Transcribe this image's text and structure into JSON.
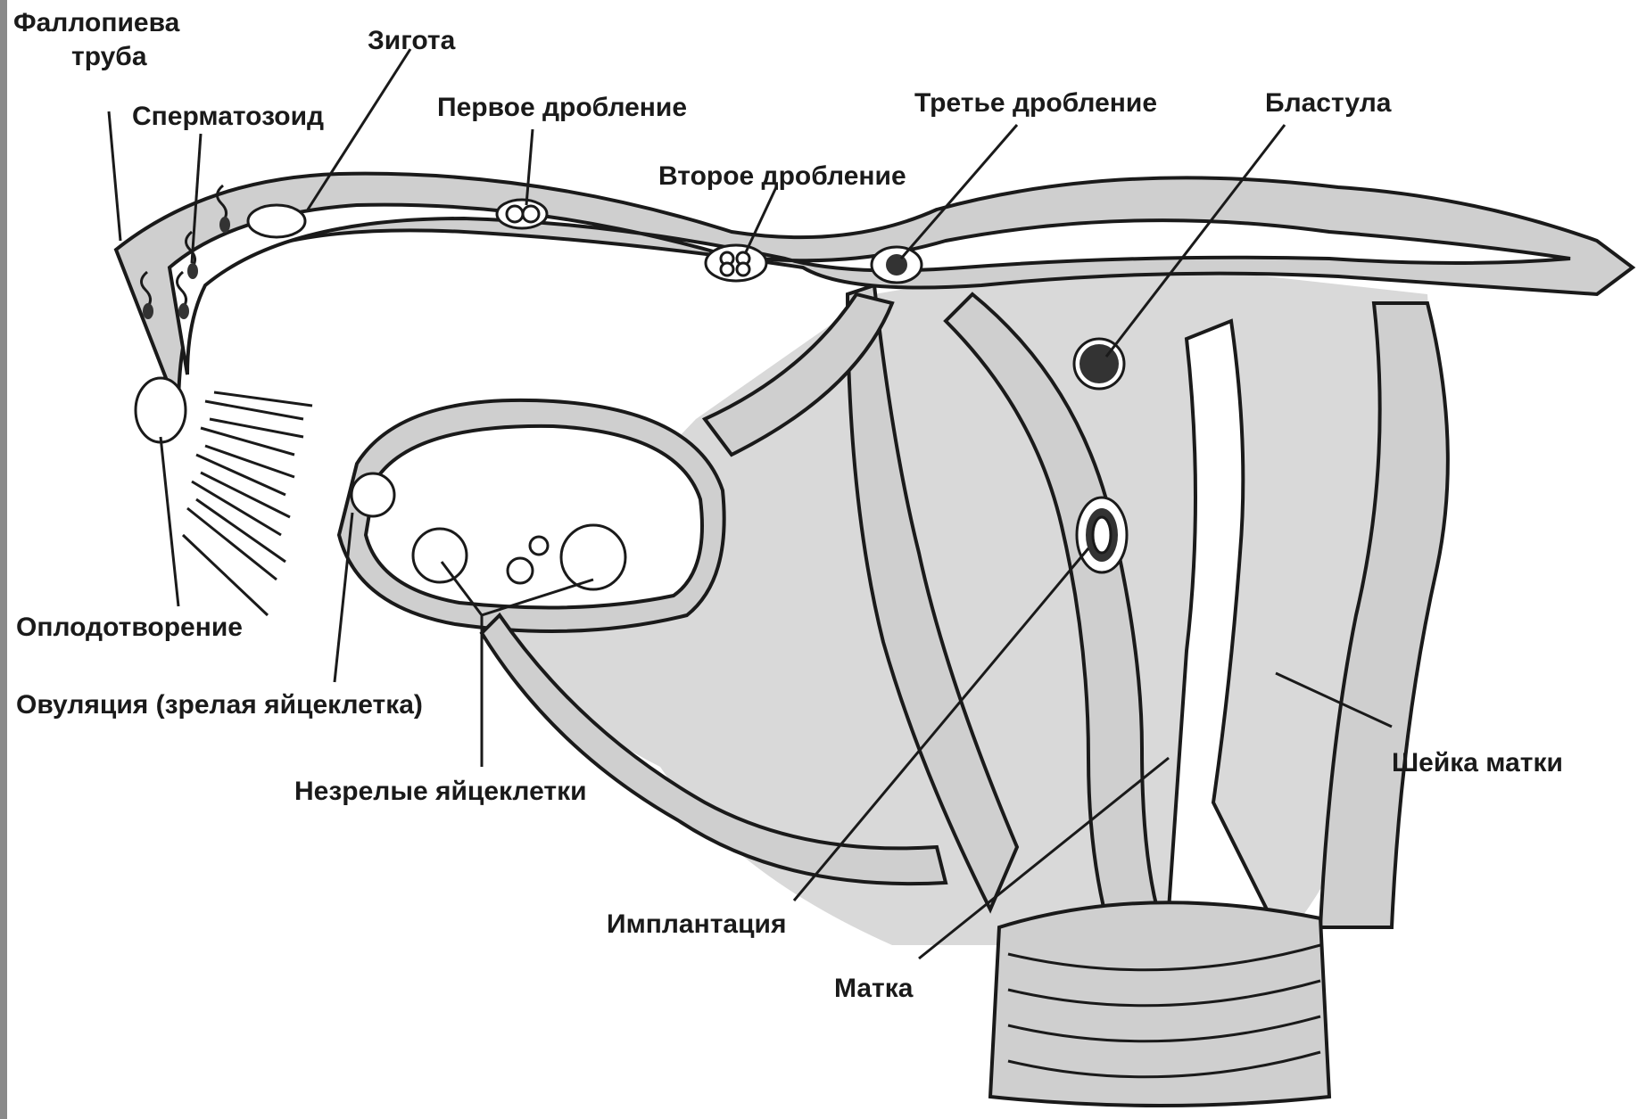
{
  "labels": {
    "fallopian_tube": "Фаллопиева\nтруба",
    "zygote": "Зигота",
    "sperm": "Сперматозоид",
    "first_cleavage": "Первое дробление",
    "second_cleavage": "Второе дробление",
    "third_cleavage": "Третье дробление",
    "blastula": "Бластула",
    "fertilization": "Оплодотворение",
    "ovulation": "Овуляция (зрелая яйцеклетка)",
    "immature_eggs": "Незрелые яйцеклетки",
    "cervix": "Шейка матки",
    "implantation": "Имплантация",
    "uterus": "Матка"
  },
  "colors": {
    "outline": "#1a1a1a",
    "tissue": "#cfcfcf",
    "background": "#ffffff"
  }
}
